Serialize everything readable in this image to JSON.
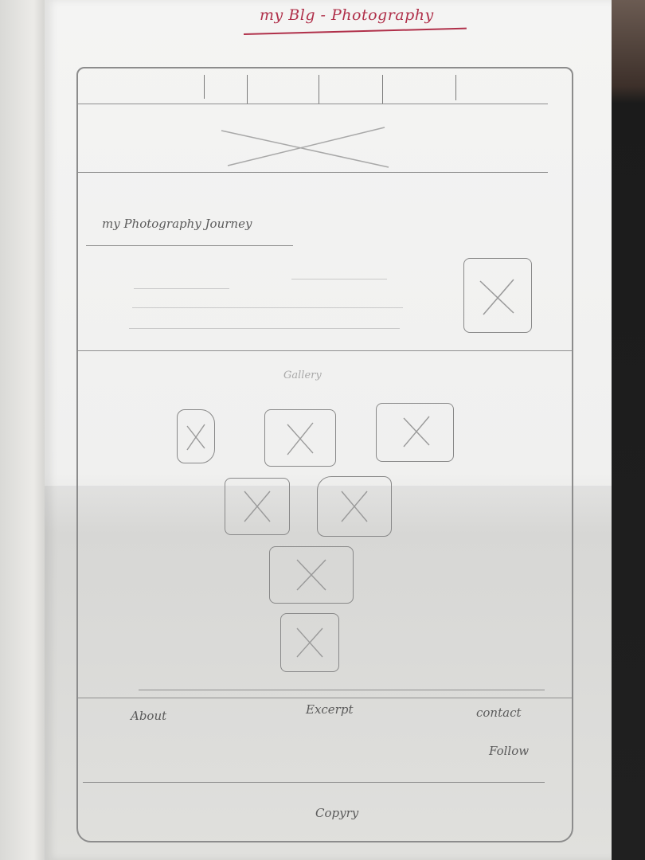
{
  "title": "my Blg - Photography",
  "section_title": "my Photography Journey",
  "gallery_label": "Gallery",
  "footer": {
    "about": "About",
    "excerpt": "Excerpt",
    "contact": "contact",
    "follow": "Follow",
    "copyright": "Copyry"
  },
  "colors": {
    "title_ink": "#b0304a",
    "pencil": "#5a5a5a"
  },
  "icons": [
    "image-placeholder-icon"
  ]
}
